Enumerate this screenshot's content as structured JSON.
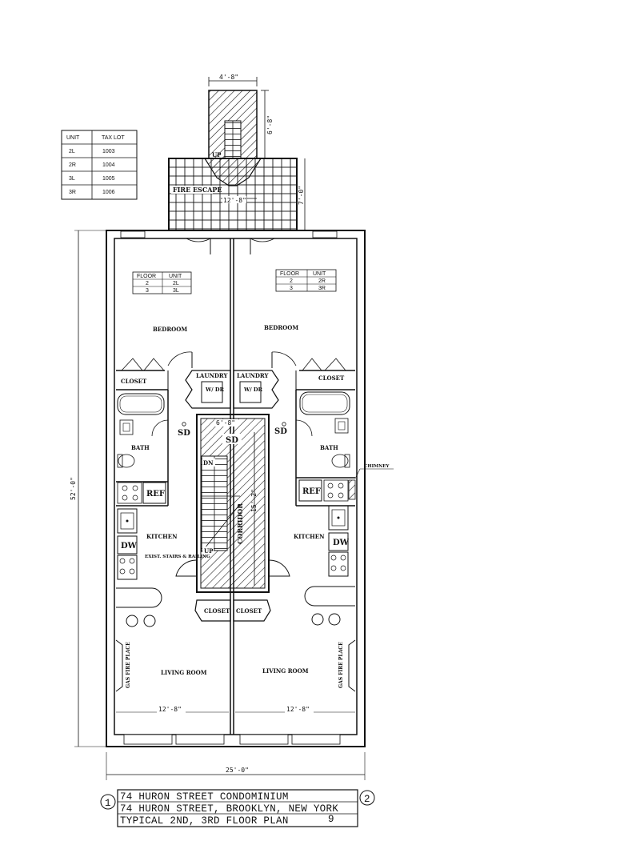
{
  "tax_lot_table": {
    "headers": [
      "UNIT",
      "TAX LOT"
    ],
    "rows": [
      [
        "2L",
        "1003"
      ],
      [
        "2R",
        "1004"
      ],
      [
        "3L",
        "1005"
      ],
      [
        "3R",
        "1006"
      ]
    ]
  },
  "unit_left_table": {
    "headers": [
      "FLOOR",
      "UNIT"
    ],
    "rows": [
      [
        "2",
        "2L"
      ],
      [
        "3",
        "3L"
      ]
    ]
  },
  "unit_right_table": {
    "headers": [
      "FLOOR",
      "UNIT"
    ],
    "rows": [
      [
        "2",
        "2R"
      ],
      [
        "3",
        "3R"
      ]
    ]
  },
  "dimensions": {
    "stair_width": "4'-8\"",
    "stair_depth": "6'-8\"",
    "fire_escape_width": "12'-8\"",
    "fire_escape_depth": "7'-0\"",
    "building_depth": "52'-0\"",
    "building_width": "25'-0\"",
    "unit_left_width": "12'-8\"",
    "unit_right_width": "12'-8\"",
    "corridor_width": "6'-8\"",
    "corridor_length": "15'-2\""
  },
  "rooms": {
    "fire_escape": "FIRE ESCAPE",
    "up": "UP",
    "bedroom": "BEDROOM",
    "closet": "CLOSET",
    "laundry": "LAUNDRY",
    "washer_dryer": "W/ DR",
    "bath": "BATH",
    "smoke_detector": "SD",
    "refrigerator": "REF",
    "kitchen": "KITCHEN",
    "dishwasher": "DW",
    "down": "DN",
    "corridor": "CORRIDOR",
    "existing_stairs": "EXIST. STAIRS & RAILING",
    "living_room": "LIVING ROOM",
    "gas_fireplace": "GAS FIRE PLACE",
    "chimney": "CHIMNEY"
  },
  "title_block": {
    "marker_left": "1",
    "marker_right": "2",
    "line1": "74 HURON STREET CONDOMINIUM",
    "line2": "74 HURON STREET, BROOKLYN, NEW YORK",
    "line3": "TYPICAL 2ND, 3RD FLOOR PLAN",
    "sheet_number": "9"
  }
}
